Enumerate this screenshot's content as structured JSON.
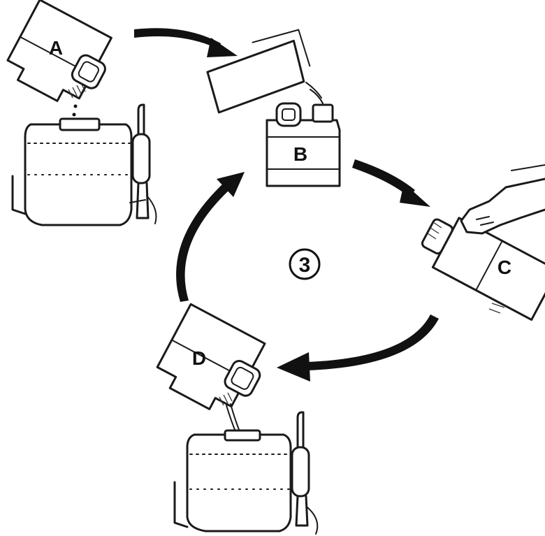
{
  "diagram": {
    "step_number": "3",
    "labels": {
      "a": "A",
      "b": "B",
      "c": "C",
      "d": "D"
    },
    "colors": {
      "ink": "#111111",
      "background": "#ffffff"
    }
  }
}
